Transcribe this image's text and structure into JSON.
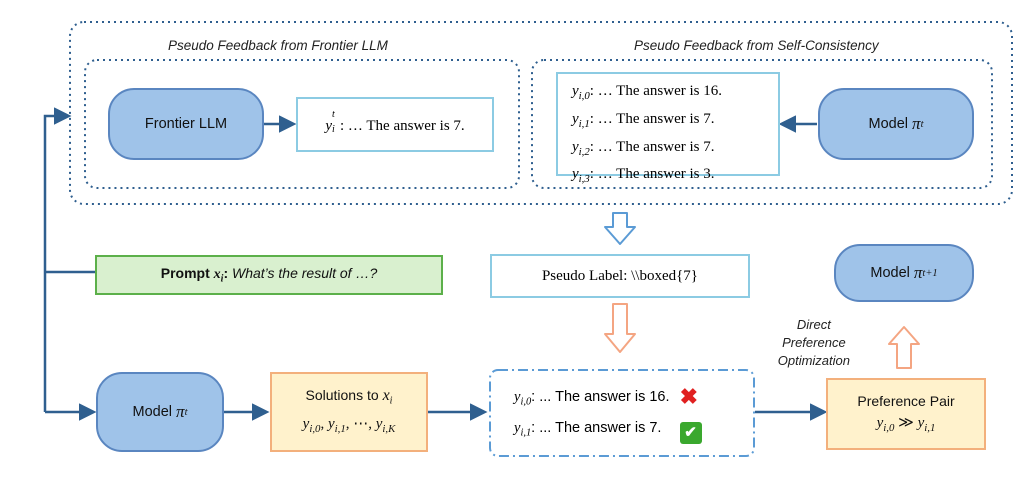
{
  "titles": {
    "frontier": "Pseudo Feedback from Frontier LLM",
    "self_consistency": "Pseudo Feedback from Self-Consistency"
  },
  "frontier": {
    "model_label": "Frontier LLM",
    "output_var": "y",
    "output_sub": "i",
    "output_sup": "t",
    "output_text": ": … The answer is 7."
  },
  "self_consistency": {
    "model_label": "Model ",
    "model_sym": "π",
    "model_sub": "t",
    "samples": [
      {
        "sub": "i,0",
        "text": ": … The answer is 16."
      },
      {
        "sub": "i,1",
        "text": ": … The answer is 7."
      },
      {
        "sub": "i,2",
        "text": ": … The answer is 7."
      },
      {
        "sub": "i,3",
        "text": ": … The answer is 3."
      }
    ]
  },
  "prompt": {
    "bold": "Prompt ",
    "var": "x",
    "sub": "i",
    "colon": ":",
    "text": " What’s the result of …?"
  },
  "pseudo_label": "Pseudo Label: \\\\boxed{7}",
  "model_next": {
    "label": "Model ",
    "sym": "π",
    "sub": "t+1"
  },
  "dpo_label": [
    "Direct",
    "Preference",
    "Optimization"
  ],
  "policy_model": {
    "label": "Model ",
    "sym": "π",
    "sub": "t"
  },
  "solutions": {
    "line1": "Solutions to ",
    "var": "x",
    "sub": "i",
    "line2_terms": [
      {
        "var": "y",
        "sub": "i,0"
      },
      {
        "var": "y",
        "sub": "i,1"
      }
    ],
    "dots": "⋯",
    "last": {
      "var": "y",
      "sub": "i,K"
    }
  },
  "labeled": [
    {
      "sub": "i,0",
      "text": ": ... The answer is 16.",
      "mark": "✖",
      "mark_color": "#e02020"
    },
    {
      "sub": "i,1",
      "text": ": ... The answer is 7.",
      "mark": "✔",
      "mark_color": "#3aa82e"
    }
  ],
  "preference": {
    "title": "Preference Pair",
    "left_sub": "i,0",
    "op": "≫",
    "right_sub": "i,1"
  },
  "colors": {
    "arrow_dark": "#2f5f8f",
    "arrow_blue_outline": "#5b9bd5",
    "arrow_orange_outline": "#f4a582",
    "model_fill": "#9fc3e9",
    "yellow_fill": "#fff2cc",
    "green_fill": "#d9f0cf"
  }
}
